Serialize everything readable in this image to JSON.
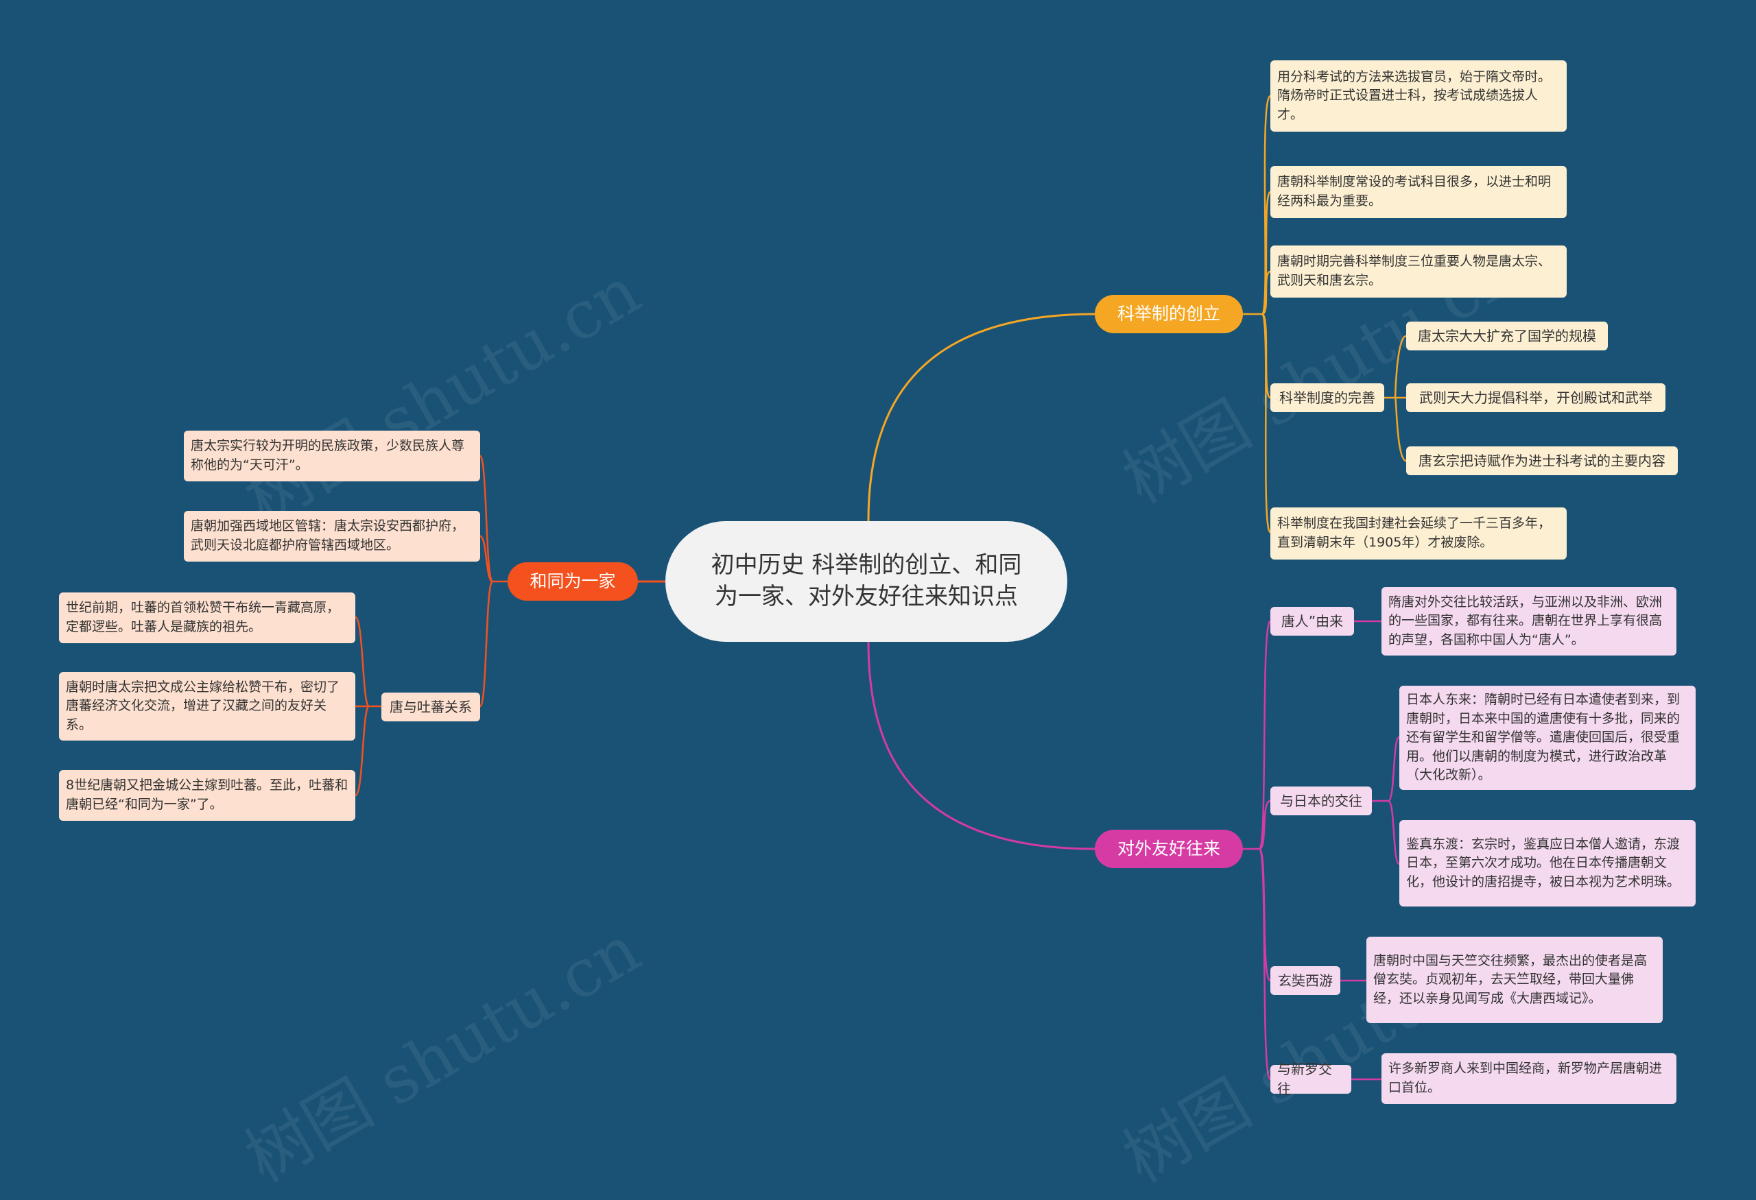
{
  "root": {
    "title": "初中历史 科举制的创立、和同为一家、对外友好往来知识点"
  },
  "watermark": "树图 shutu.cn",
  "colors": {
    "background": "#1a5276",
    "keju": "#f5a623",
    "hetong": "#f4511e",
    "duiwai": "#d63aa3"
  },
  "branches": {
    "keju": {
      "label": "科举制的创立",
      "items": [
        "用分科考试的方法来选拔官员，始于隋文帝时。隋炀帝时正式设置进士科，按考试成绩选拔人才。",
        "唐朝科举制度常设的考试科目很多，以进士和明经两科最为重要。",
        "唐朝时期完善科举制度三位重要人物是唐太宗、武则天和唐玄宗。",
        "科举制度在我国封建社会延续了一千三百多年，直到清朝末年（1905年）才被废除。"
      ],
      "wanshan": {
        "label": "科举制度的完善",
        "items": [
          "唐太宗大大扩充了国学的规模",
          "武则天大力提倡科举，开创殿试和武举",
          "唐玄宗把诗赋作为进士科考试的主要内容"
        ]
      }
    },
    "hetong": {
      "label": "和同为一家",
      "items": [
        "唐太宗实行较为开明的民族政策，少数民族人尊称他的为“天可汗”。",
        "唐朝加强西域地区管辖：唐太宗设安西都护府，武则天设北庭都护府管辖西域地区。"
      ],
      "tubo": {
        "label": "唐与吐蕃关系",
        "items": [
          "世纪前期，吐蕃的首领松赞干布统一青藏高原，定都逻些。吐蕃人是藏族的祖先。",
          "唐朝时唐太宗把文成公主嫁给松赞干布，密切了唐蕃经济文化交流，增进了汉藏之间的友好关系。",
          "8世纪唐朝又把金城公主嫁到吐蕃。至此，吐蕃和唐朝已经“和同为一家”了。"
        ]
      }
    },
    "duiwai": {
      "label": "对外友好往来",
      "tangren": {
        "label": "唐人”由来",
        "text": "隋唐对外交往比较活跃，与亚洲以及非洲、欧洲的一些国家，都有往来。唐朝在世界上享有很高的声望，各国称中国人为“唐人”。"
      },
      "riben": {
        "label": "与日本的交往",
        "items": [
          "日本人东来：隋朝时已经有日本遣使者到来，到唐朝时，日本来中国的遣唐使有十多批，同来的还有留学生和留学僧等。遣唐使回国后，很受重用。他们以唐朝的制度为模式，进行政治改革（大化改新）。",
          "鉴真东渡：玄宗时，鉴真应日本僧人邀请，东渡日本，至第六次才成功。他在日本传播唐朝文化，他设计的唐招提寺，被日本视为艺术明珠。"
        ]
      },
      "xuanzang": {
        "label": "玄奘西游",
        "text": "唐朝时中国与天竺交往频繁，最杰出的使者是高僧玄奘。贞观初年，去天竺取经，带回大量佛经，还以亲身见闻写成《大唐西域记》。"
      },
      "xinluo": {
        "label": "与新罗交往",
        "text": "许多新罗商人来到中国经商，新罗物产居唐朝进口首位。"
      }
    }
  }
}
